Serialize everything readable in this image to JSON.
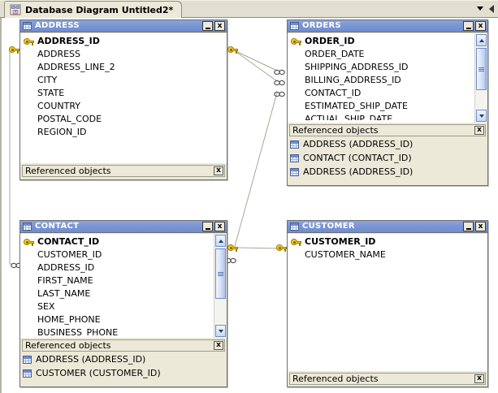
{
  "tab": {
    "label": "Database Diagram Untitled2*",
    "icon": "diagram-icon",
    "dropdown_icon": "chevron-down-icon",
    "scroll_icon": "scroll-left-icon"
  },
  "common": {
    "footer_label": "Referenced objects",
    "close_glyph": "x",
    "minimize_glyph": "_",
    "key_icon": "primary-key-icon",
    "table_icon": "table-icon"
  },
  "tables": [
    {
      "name": "ADDRESS",
      "columns": [
        {
          "name": "ADDRESS_ID",
          "pk": true
        },
        {
          "name": "ADDRESS",
          "pk": false
        },
        {
          "name": "ADDRESS_LINE_2",
          "pk": false
        },
        {
          "name": "CITY",
          "pk": false
        },
        {
          "name": "STATE",
          "pk": false
        },
        {
          "name": "COUNTRY",
          "pk": false
        },
        {
          "name": "POSTAL_CODE",
          "pk": false
        },
        {
          "name": "REGION_ID",
          "pk": false
        }
      ],
      "referenced_objects": [],
      "has_scrollbar": false
    },
    {
      "name": "ORDERS",
      "columns": [
        {
          "name": "ORDER_ID",
          "pk": true
        },
        {
          "name": "ORDER_DATE",
          "pk": false
        },
        {
          "name": "SHIPPING_ADDRESS_ID",
          "pk": false
        },
        {
          "name": "BILLING_ADDRESS_ID",
          "pk": false
        },
        {
          "name": "CONTACT_ID",
          "pk": false
        },
        {
          "name": "ESTIMATED_SHIP_DATE",
          "pk": false
        },
        {
          "name": "ACTUAL_SHIP_DATE",
          "pk": false
        }
      ],
      "referenced_objects": [
        "ADDRESS (ADDRESS_ID)",
        "CONTACT (CONTACT_ID)",
        "ADDRESS (ADDRESS_ID)"
      ],
      "has_scrollbar": true
    },
    {
      "name": "CONTACT",
      "columns": [
        {
          "name": "CONTACT_ID",
          "pk": true
        },
        {
          "name": "CUSTOMER_ID",
          "pk": false
        },
        {
          "name": "ADDRESS_ID",
          "pk": false
        },
        {
          "name": "FIRST_NAME",
          "pk": false
        },
        {
          "name": "LAST_NAME",
          "pk": false
        },
        {
          "name": "SEX",
          "pk": false
        },
        {
          "name": "HOME_PHONE",
          "pk": false
        },
        {
          "name": "BUSINESS_PHONE",
          "pk": false
        }
      ],
      "referenced_objects": [
        "ADDRESS (ADDRESS_ID)",
        "CUSTOMER (CUSTOMER_ID)"
      ],
      "has_scrollbar": true
    },
    {
      "name": "CUSTOMER",
      "columns": [
        {
          "name": "CUSTOMER_ID",
          "pk": true
        },
        {
          "name": "CUSTOMER_NAME",
          "pk": false
        }
      ],
      "referenced_objects": [],
      "has_scrollbar": false
    }
  ],
  "colors": {
    "title_bar": "#7b95d4",
    "window_face": "#ece9d8",
    "canvas": "#ffffff",
    "key_yellow": "#f5d020",
    "relationship_line": "#a9a894"
  }
}
